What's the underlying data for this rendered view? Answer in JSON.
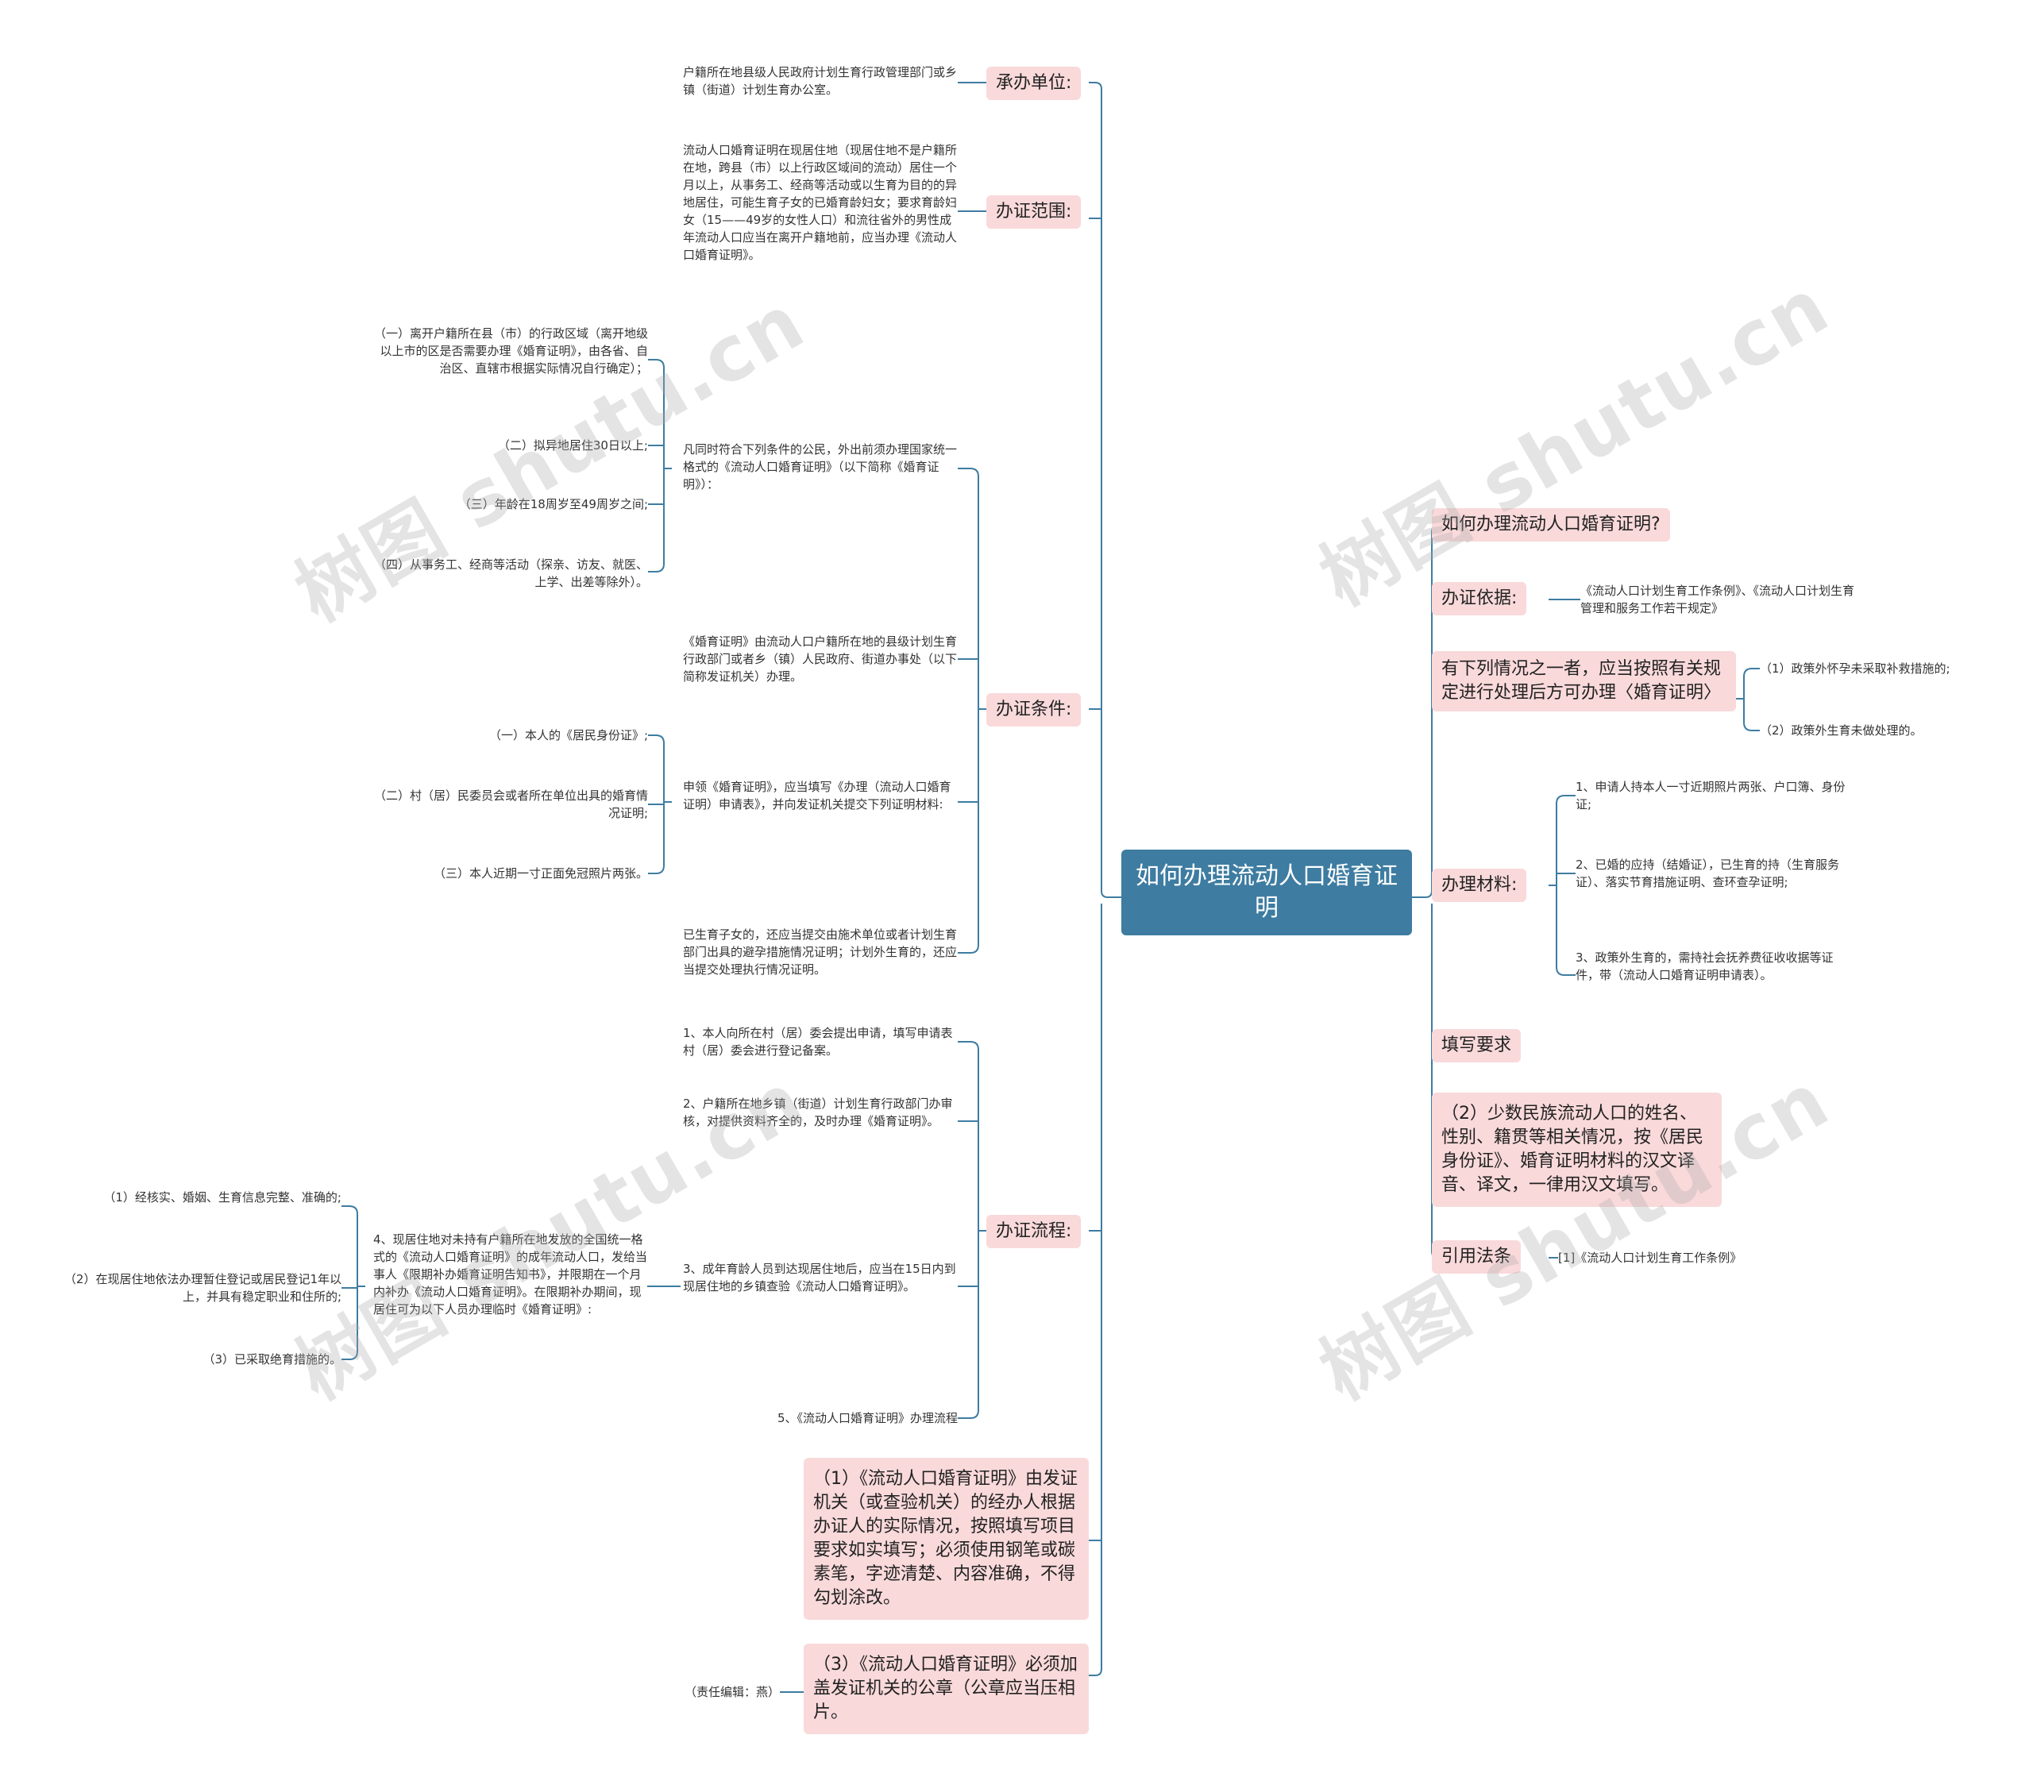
{
  "watermark": "树图 shutu.cn",
  "colors": {
    "root_fill": "#3e7ca1",
    "node_fill": "#f9d9da",
    "link": "#3e7ca1"
  },
  "root": {
    "label": "如何办理流动人口婚育证明"
  },
  "left": {
    "cbdw": {
      "label": "承办单位:",
      "text": "户籍所在地县级人民政府计划生育行政管理部门或乡镇（街道）计划生育办公室。"
    },
    "bzfw": {
      "label": "办证范围:",
      "text": "流动人口婚育证明在现居住地（现居住地不是户籍所在地，跨县（市）以上行政区域间的流动）居住一个月以上，从事务工、经商等活动或以生育为目的的异地居住，可能生育子女的已婚育龄妇女；要求育龄妇女（15——49岁的女性人口）和流往省外的男性成年流动人口应当在离开户籍地前，应当办理《流动人口婚育证明》。"
    },
    "bztj": {
      "label": "办证条件:",
      "c1": {
        "text": "凡同时符合下列条件的公民，外出前须办理国家统一格式的《流动人口婚育证明》（以下简称《婚育证明》）：",
        "items": [
          "（一）离开户籍所在县（市）的行政区域（离开地级以上市的区是否需要办理《婚育证明》，由各省、自治区、直辖市根据实际情况自行确定）；",
          "（二）拟异地居住30日以上;",
          "（三）年龄在18周岁至49周岁之间;",
          "（四）从事务工、经商等活动（探亲、访友、就医、上学、出差等除外）。"
        ]
      },
      "c2": {
        "text": "《婚育证明》由流动人口户籍所在地的县级计划生育行政部门或者乡（镇）人民政府、街道办事处（以下简称发证机关）办理。"
      },
      "c3": {
        "text": "申领《婚育证明》，应当填写《办理（流动人口婚育证明）申请表》，并向发证机关提交下列证明材料:",
        "items": [
          "（一）本人的《居民身份证》;",
          "（二）村（居）民委员会或者所在单位出具的婚育情况证明;",
          "（三）本人近期一寸正面免冠照片两张。"
        ]
      },
      "c4": {
        "text": "已生育子女的，还应当提交由施术单位或者计划生育部门出具的避孕措施情况证明；计划外生育的，还应当提交处理执行情况证明。"
      }
    },
    "bzlc": {
      "label": "办证流程:",
      "s1": {
        "text": "1、本人向所在村（居）委会提出申请，填写申请表村（居）委会进行登记备案。"
      },
      "s2": {
        "text": "2、户籍所在地乡镇（街道）计划生育行政部门办审核，对提供资料齐全的，及时办理《婚育证明》。"
      },
      "s3": {
        "text": "3、成年育龄人员到达现居住地后，应当在15日内到现居住地的乡镇查验《流动人口婚育证明》。"
      },
      "s4": {
        "text": "4、现居住地对未持有户籍所在地发放的全国统一格式的《流动人口婚育证明》的成年流动人口，发给当事人《限期补办婚育证明告知书》，并限期在一个月内补办《流动人口婚育证明》。在限期补办期间，现居住可为以下人员办理临时《婚育证明》:",
        "items": [
          "（1）经核实、婚姻、生育信息完整、准确的;",
          "（2）在现居住地依法办理暂住登记或居民登记1年以上，并具有稳定职业和住所的;",
          "（3）已采取绝育措施的。"
        ]
      },
      "s5": {
        "text": "5、《流动人口婚育证明》办理流程"
      }
    },
    "note1": {
      "label": "（1）《流动人口婚育证明》由发证机关（或查验机关）的经办人根据办证人的实际情况，按照填写项目要求如实填写；必须使用钢笔或碳素笔，字迹清楚、内容准确，不得勾划涂改。"
    },
    "note3": {
      "label": "（3）《流动人口婚育证明》必须加盖发证机关的公章（公章应当压相片。",
      "editor": "（责任编辑：燕）"
    }
  },
  "right": {
    "q": {
      "label": "如何办理流动人口婚育证明?"
    },
    "yj": {
      "label": "办证依据:",
      "text": "《流动人口计划生育工作条例》、《流动人口计划生育管理和服务工作若干规定》"
    },
    "qk": {
      "label": "有下列情况之一者，应当按照有关规定进行处理后方可办理〈婚育证明〉",
      "items": [
        "（1）政策外怀孕未采取补救措施的;",
        "（2）政策外生育未做处理的。"
      ]
    },
    "cl": {
      "label": "办理材料:",
      "items": [
        "1、申请人持本人一寸近期照片两张、户口簿、身份证;",
        "2、已婚的应持（结婚证），已生育的持（生育服务证）、落实节育措施证明、查环查孕证明;",
        "3、政策外生育的，需持社会抚养费征收收据等证件，带（流动人口婚育证明申请表）。"
      ]
    },
    "tx": {
      "label": "填写要求"
    },
    "ss": {
      "label": "（2）少数民族流动人口的姓名、性别、籍贯等相关情况，按《居民身份证》、婚育证明材料的汉文译音、译文，一律用汉文填写。"
    },
    "fl": {
      "label": "引用法条",
      "text": "[1]《流动人口计划生育工作条例》"
    }
  }
}
